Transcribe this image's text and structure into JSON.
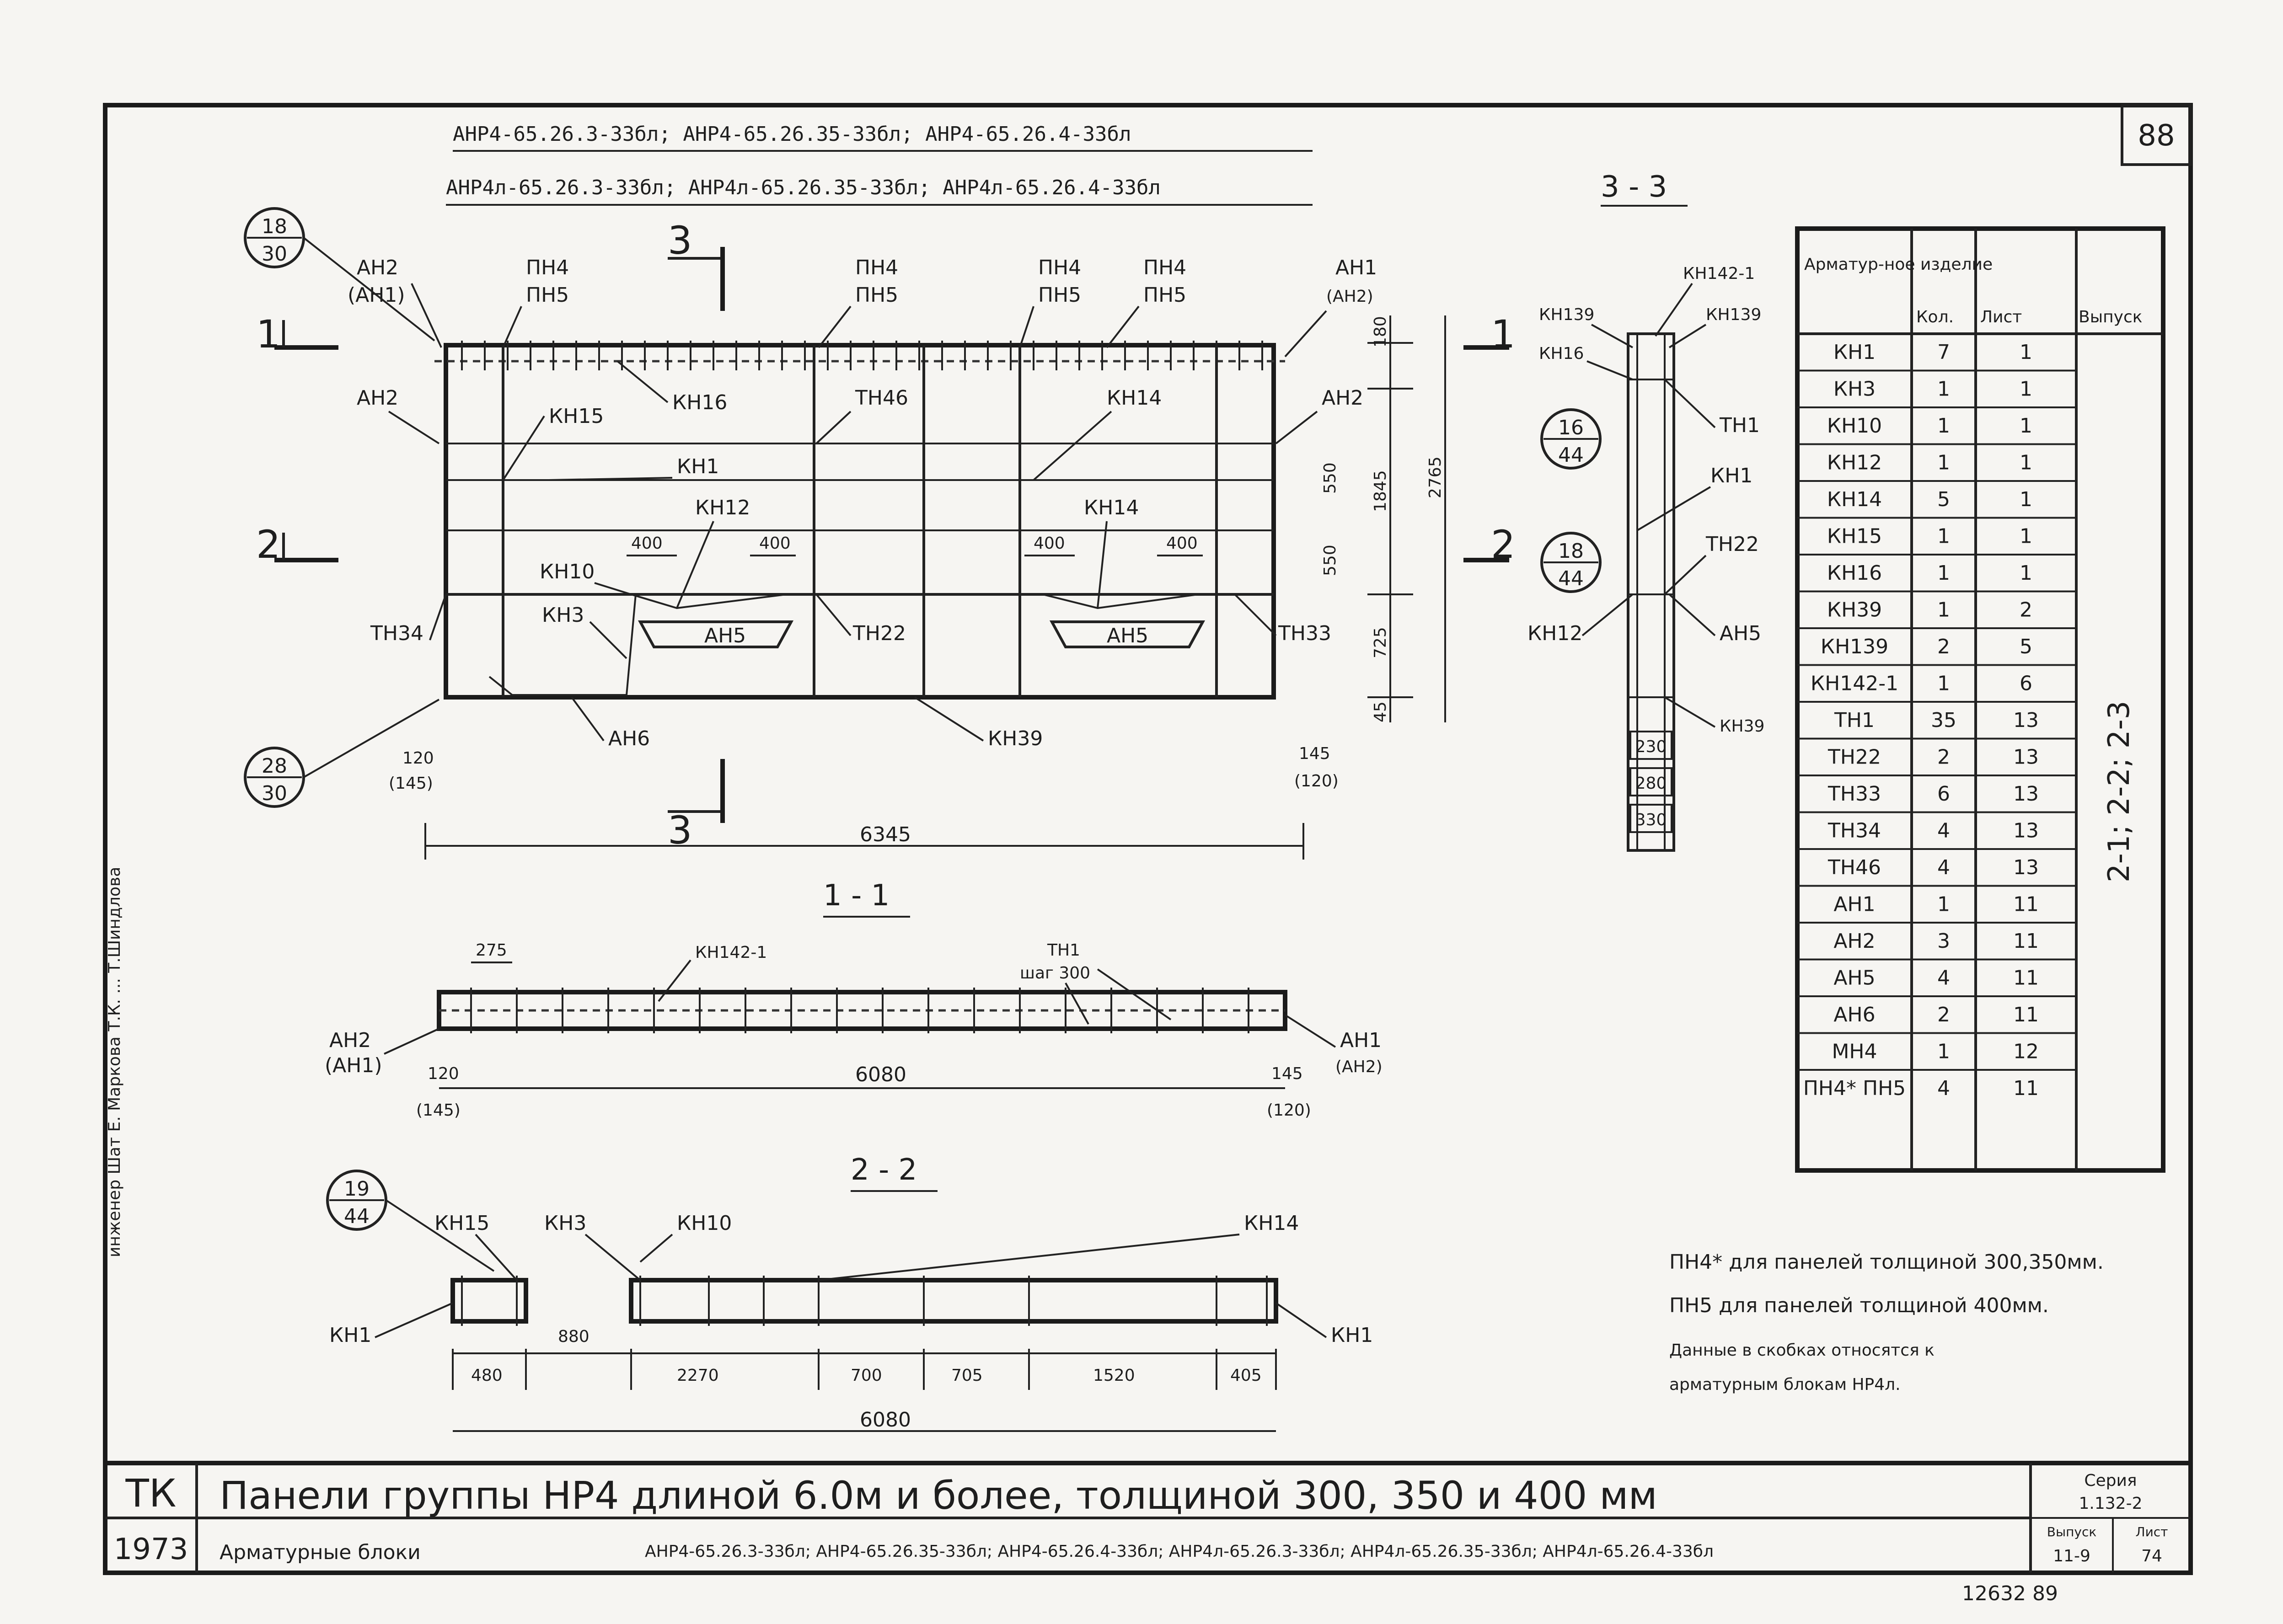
{
  "sheet": {
    "number": "88",
    "header_line1": "АНР4-65.26.3-33бл;  АНР4-65.26.35-33бл;  АНР4-65.26.4-33бл",
    "header_line2": "АНР4л-65.26.3-33бл; АНР4л-65.26.35-33бл; АНР4л-65.26.4-33бл",
    "stamp_bottom": "12632  89"
  },
  "main_view": {
    "cut_labels": [
      "1",
      "2",
      "3"
    ],
    "ref_circles": [
      {
        "top": "18",
        "bottom": "30"
      },
      {
        "top": "28",
        "bottom": "30"
      },
      {
        "top": "16",
        "bottom": "44"
      },
      {
        "top": "18",
        "bottom": "44"
      },
      {
        "top": "19",
        "bottom": "44"
      }
    ],
    "labels": {
      "an2": "АН2",
      "an2_alt": "(АН1)",
      "an1": "АН1",
      "an1_alt": "(АН2)",
      "pn4": "ПН4",
      "pn5": "ПН5",
      "kn16": "КН16",
      "kn15": "КН15",
      "tn46": "ТН46",
      "kn14": "КН14",
      "kn1": "КН1",
      "kn12": "КН12",
      "kn10": "КН10",
      "kn3": "КН3",
      "an5": "АН5",
      "an6": "АН6",
      "tn34": "ТН34",
      "tn22": "ТН22",
      "tn33": "ТН33",
      "kn39": "КН39",
      "kn139": "КН139",
      "kn142": "КН142-1",
      "tn1": "ТН1",
      "step": "шаг 300"
    },
    "dims": {
      "d180": "180",
      "d550a": "550",
      "d550b": "550",
      "d1845": "1845",
      "d2765": "2765",
      "d725": "725",
      "d45": "45",
      "d400": "400",
      "d120": "120",
      "d145p": "(145)",
      "d145": "145",
      "d120p": "(120)",
      "d6345": "6345"
    }
  },
  "section_11": {
    "title": "1 - 1",
    "dims": {
      "d275": "275",
      "d6080": "6080",
      "d120": "120",
      "d145p": "(145)",
      "d145": "145",
      "d120p": "(120)"
    }
  },
  "section_22": {
    "title": "2 - 2",
    "dims": [
      "480",
      "880",
      "2270",
      "700",
      "705",
      "1520",
      "405"
    ],
    "total": "6080"
  },
  "section_33": {
    "title": "3 - 3",
    "dims": [
      "230",
      "280",
      "330"
    ]
  },
  "table": {
    "headers": [
      "Арматур-ное изделие",
      "Кол.",
      "Лист",
      "Выпуск"
    ],
    "rows": [
      [
        "КН1",
        "7",
        "1"
      ],
      [
        "КН3",
        "1",
        "1"
      ],
      [
        "КН10",
        "1",
        "1"
      ],
      [
        "КН12",
        "1",
        "1"
      ],
      [
        "КН14",
        "5",
        "1"
      ],
      [
        "КН15",
        "1",
        "1"
      ],
      [
        "КН16",
        "1",
        "1"
      ],
      [
        "КН39",
        "1",
        "2"
      ],
      [
        "КН139",
        "2",
        "5"
      ],
      [
        "КН142-1",
        "1",
        "6"
      ],
      [
        "ТН1",
        "35",
        "13"
      ],
      [
        "ТН22",
        "2",
        "13"
      ],
      [
        "ТН33",
        "6",
        "13"
      ],
      [
        "ТН34",
        "4",
        "13"
      ],
      [
        "ТН46",
        "4",
        "13"
      ],
      [
        "АН1",
        "1",
        "11"
      ],
      [
        "АН2",
        "3",
        "11"
      ],
      [
        "АН5",
        "4",
        "11"
      ],
      [
        "АН6",
        "2",
        "11"
      ],
      [
        "МН4",
        "1",
        "12"
      ],
      [
        "ПН4* ПН5",
        "4",
        "11"
      ]
    ],
    "vypusk": "2-1;  2-2;  2-3"
  },
  "notes": [
    "ПН4* для панелей толщиной 300,350мм.",
    "ПН5 для панелей толщиной 400мм.",
    "Данные в скобках относятся к",
    "арматурным блокам НР4л."
  ],
  "side_text": "инженер  Шат  Е. Маркова  Т.К. ...  Т.Шиндлова",
  "title_block": {
    "tk": "ТК",
    "year": "1973",
    "title": "Панели  группы  НР4  длиной  6.0м и более,  толщиной   300,  350  и  400 мм",
    "subtitle_lead": "Арматурные   блоки",
    "subtitle_codes": "АНР4-65.26.3-33бл;  АНР4-65.26.35-33бл;  АНР4-65.26.4-33бл;  АНР4л-65.26.3-33бл;  АНР4л-65.26.35-33бл;  АНР4л-65.26.4-33бл",
    "seria_label": "Серия",
    "seria": "1.132-2",
    "vypusk_label": "Выпуск",
    "vypusk": "11-9",
    "list_label": "Лист",
    "list": "74"
  }
}
